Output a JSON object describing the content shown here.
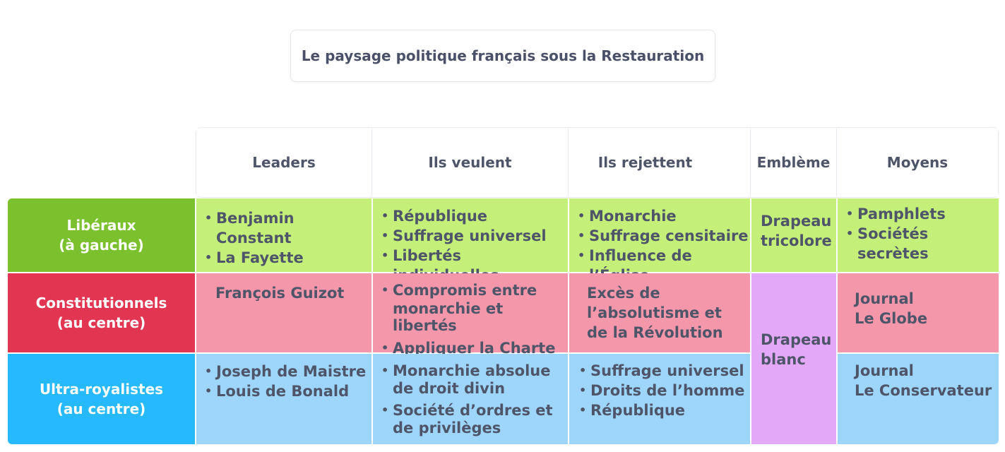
{
  "title": "Le paysage politique français sous la Restauration",
  "headers": [
    "Leaders",
    "Ils veulent",
    "Ils rejettent",
    "Emblème",
    "Moyens"
  ],
  "rows": {
    "liberaux": {
      "label1": "Libéraux",
      "label2": "(à gauche)",
      "leaders": [
        "Benjamin Constant",
        "La Fayette"
      ],
      "veulent": [
        "République",
        "Suffrage universel",
        "Libertés individuelles"
      ],
      "rejettent": [
        "Monarchie",
        "Suffrage censitaire",
        "Influence de l’Église"
      ],
      "embleme1": "Drapeau",
      "embleme2": "tricolore",
      "moyens": [
        "Pamphlets",
        "Sociétés secrètes"
      ]
    },
    "constitutionnels": {
      "label1": "Constitutionnels",
      "label2": "(au centre)",
      "leader": "François Guizot",
      "veulent1a": "Compromis entre",
      "veulent1b": "monarchie et libertés",
      "veulent2": "Appliquer la Charte",
      "rejettent1": "Excès de",
      "rejettent2": "l’absolutisme et",
      "rejettent3": "de la Révolution",
      "moyens1": "Journal",
      "moyens2": "Le Globe"
    },
    "ultras": {
      "label1": "Ultra-royalistes",
      "label2": "(au centre)",
      "leaders": [
        "Joseph de Maistre",
        "Louis de Bonald"
      ],
      "veulent1a": "Monarchie absolue",
      "veulent1b": "de droit divin",
      "veulent2a": "Société d’ordres et",
      "veulent2b": "de privilèges",
      "rejettent": [
        "Suffrage universel",
        "Droits de l’homme",
        "République"
      ],
      "moyens1": "Journal",
      "moyens2": "Le Conservateur"
    },
    "shared_embleme1": "Drapeau",
    "shared_embleme2": "blanc"
  },
  "colors": {
    "liberaux_label": "#7bc12e",
    "constitutionnels_label": "#e23552",
    "ultras_label": "#26b9fb",
    "liberaux_cell": "#c4f07a",
    "constitutionnels_cell": "#f497ab",
    "ultras_cell": "#9ed6fb",
    "drapeau_blanc_cell": "#e3a9f8"
  }
}
